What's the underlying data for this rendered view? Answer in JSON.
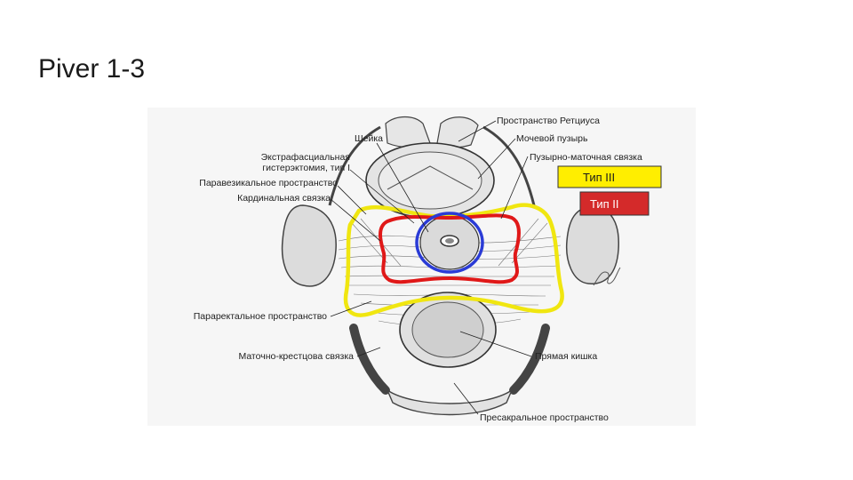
{
  "slide": {
    "title": "Piver 1-3"
  },
  "figure": {
    "labels": {
      "retzius_space": "Пространство Ретциуса",
      "bladder": "Мочевой пузырь",
      "vesicouterine_ligament": "Пузырно-маточная связка",
      "cervix": "Шейка",
      "extrafascial_hysterectomy_line1": "Экстрафасциальная",
      "extrafascial_hysterectomy_line2": "гистерэктомия, тип I",
      "paravesical_space": "Паравезикальное пространство",
      "cardinal_ligament": "Кардинальная связка",
      "pararectal_space": "Параректальное пространство",
      "uterosacral_ligament": "Маточно-крестцова связка",
      "rectum": "Прямая кишка",
      "presacral_space": "Пресакральное пространство"
    },
    "badges": {
      "type3": {
        "text": "Тип III",
        "bg": "#ffee00",
        "fg": "#1a1a1a"
      },
      "type2": {
        "text": "Тип II",
        "bg": "#d42a2a",
        "fg": "#ffffff"
      }
    },
    "colors": {
      "type1_contour": "#2a3bd6",
      "type2_contour": "#e01818",
      "type3_contour": "#f0e610",
      "background": "#f6f6f6"
    }
  }
}
